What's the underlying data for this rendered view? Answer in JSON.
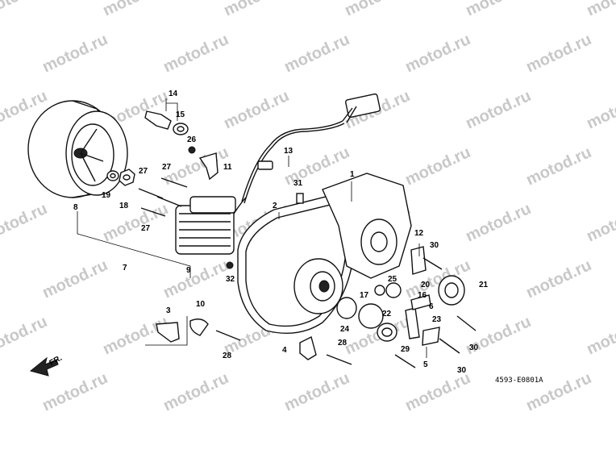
{
  "watermark": "motod.ru",
  "diagram_code": "4593-E0801A",
  "direction_label": "FR.",
  "callouts": [
    {
      "id": "c1",
      "text": "1"
    },
    {
      "id": "c2",
      "text": "2"
    },
    {
      "id": "c3",
      "text": "3"
    },
    {
      "id": "c4",
      "text": "4"
    },
    {
      "id": "c5",
      "text": "5"
    },
    {
      "id": "c6",
      "text": "6"
    },
    {
      "id": "c7",
      "text": "7"
    },
    {
      "id": "c8",
      "text": "8"
    },
    {
      "id": "c9",
      "text": "9"
    },
    {
      "id": "c10",
      "text": "10"
    },
    {
      "id": "c11",
      "text": "11"
    },
    {
      "id": "c12",
      "text": "12"
    },
    {
      "id": "c13",
      "text": "13"
    },
    {
      "id": "c14",
      "text": "14"
    },
    {
      "id": "c15",
      "text": "15"
    },
    {
      "id": "c16",
      "text": "16"
    },
    {
      "id": "c17",
      "text": "17"
    },
    {
      "id": "c18",
      "text": "18"
    },
    {
      "id": "c19",
      "text": "19"
    },
    {
      "id": "c20",
      "text": "20"
    },
    {
      "id": "c21",
      "text": "21"
    },
    {
      "id": "c22",
      "text": "22"
    },
    {
      "id": "c23",
      "text": "23"
    },
    {
      "id": "c24",
      "text": "24"
    },
    {
      "id": "c25",
      "text": "25"
    },
    {
      "id": "c26",
      "text": "26"
    },
    {
      "id": "c27a",
      "text": "27"
    },
    {
      "id": "c27b",
      "text": "27"
    },
    {
      "id": "c27c",
      "text": "27"
    },
    {
      "id": "c28a",
      "text": "28"
    },
    {
      "id": "c28b",
      "text": "28"
    },
    {
      "id": "c29",
      "text": "29"
    },
    {
      "id": "c30a",
      "text": "30"
    },
    {
      "id": "c30b",
      "text": "30"
    },
    {
      "id": "c30c",
      "text": "30"
    },
    {
      "id": "c31",
      "text": "31"
    },
    {
      "id": "c32",
      "text": "32"
    }
  ]
}
